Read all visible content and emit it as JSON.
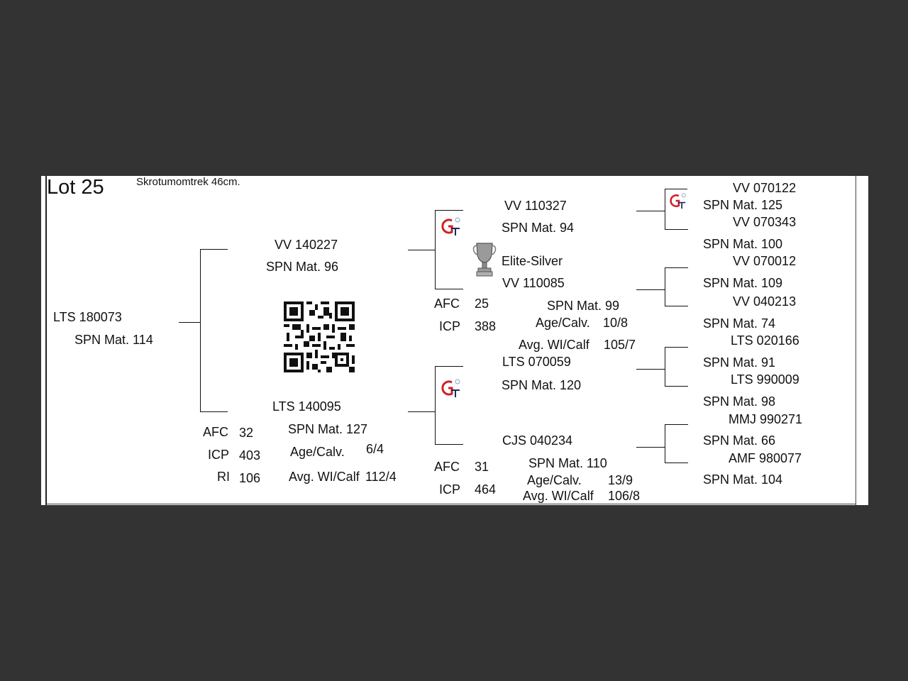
{
  "lot": {
    "title": "Lot 25",
    "note": "Skrotumomtrek 46cm."
  },
  "subject": {
    "id": "LTS 180073",
    "spn": "SPN Mat. 114"
  },
  "sire": {
    "id": "VV  140227",
    "spn": "SPN Mat. 96",
    "qr_icon": "qr-code"
  },
  "dam": {
    "id": "LTS 140095",
    "spn": "SPN Mat. 127",
    "afc_label": "AFC",
    "afc": "32",
    "icp_label": "ICP",
    "icp": "403",
    "ri_label": "RI",
    "ri": "106",
    "age_label": "Age/Calv.",
    "age": "6/4",
    "avg_label": "Avg. WI/Calf",
    "avg": "112/4"
  },
  "sire_sire": {
    "id": "VV  110327",
    "spn": "SPN Mat. 94",
    "icon": "gt-logo"
  },
  "sire_dam": {
    "award_icon": "trophy-icon",
    "award": "Elite-Silver",
    "id": "VV  110085",
    "spn": "SPN Mat. 99",
    "afc_label": "AFC",
    "afc": "25",
    "icp_label": "ICP",
    "icp": "388",
    "age_label": "Age/Calv.",
    "age": "10/8",
    "avg_label": "Avg. WI/Calf",
    "avg": "105/7"
  },
  "dam_sire": {
    "id": "LTS 070059",
    "spn": "SPN Mat. 120",
    "icon": "gt-logo"
  },
  "dam_dam": {
    "id": "CJS 040234",
    "spn": "SPN Mat. 110",
    "afc_label": "AFC",
    "afc": "31",
    "icp_label": "ICP",
    "icp": "464",
    "age_label": "Age/Calv.",
    "age": "13/9",
    "avg_label": "Avg. WI/Calf",
    "avg": "106/8"
  },
  "gen3": [
    {
      "id": "VV  070122",
      "spn": "SPN Mat. 125"
    },
    {
      "id": "VV  070343",
      "spn": "SPN Mat. 100"
    },
    {
      "id": "VV  070012",
      "spn": "SPN Mat. 109"
    },
    {
      "id": "VV  040213",
      "spn": "SPN Mat. 74"
    },
    {
      "id": "LTS 020166",
      "spn": "SPN Mat. 91"
    },
    {
      "id": "LTS 990009",
      "spn": "SPN Mat. 98"
    },
    {
      "id": "MMJ 990271",
      "spn": "SPN Mat. 66"
    },
    {
      "id": "AMF 980077",
      "spn": "SPN Mat. 104"
    }
  ],
  "colors": {
    "background": "#333333",
    "card": "#ffffff",
    "logo_red": "#d11f26",
    "trophy": "#9a9a9a"
  }
}
